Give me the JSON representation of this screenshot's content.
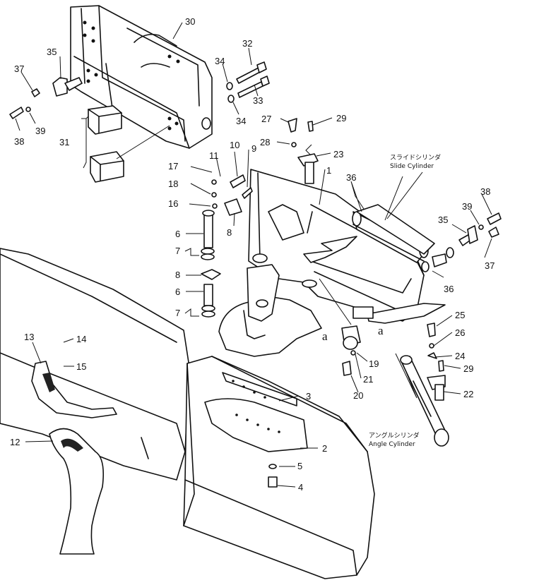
{
  "callouts": [
    "1",
    "2",
    "3",
    "4",
    "5",
    "6",
    "6",
    "7",
    "7",
    "8",
    "8",
    "9",
    "10",
    "11",
    "12",
    "13",
    "14",
    "15",
    "16",
    "17",
    "18",
    "19",
    "20",
    "21",
    "22",
    "23",
    "24",
    "25",
    "26",
    "27",
    "28",
    "29",
    "29",
    "30",
    "31",
    "32",
    "33",
    "34",
    "34",
    "35",
    "35",
    "36",
    "36",
    "37",
    "37",
    "38",
    "38",
    "39",
    "39"
  ],
  "captions": {
    "slide_jp": "スライドシリンダ",
    "slide_en": "Slide Cylinder",
    "angle_jp": "アングルシリンダ",
    "angle_en": "Angle Cylinder"
  },
  "marks": [
    "a",
    "a"
  ]
}
